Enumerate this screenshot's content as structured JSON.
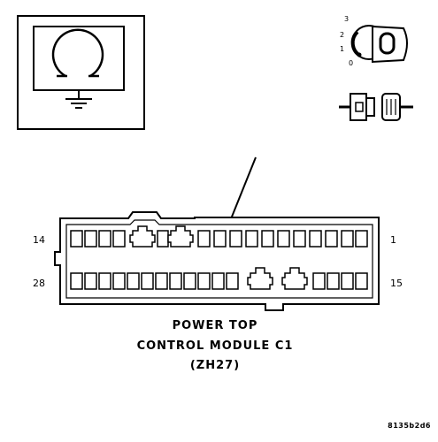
{
  "connector": {
    "title_line1": "POWER TOP",
    "title_line2": "CONTROL MODULE C1",
    "title_line3": "(ZH27)",
    "pin_top_left": "14",
    "pin_top_right": "1",
    "pin_bottom_left": "28",
    "pin_bottom_right": "15"
  },
  "ignition_switch": {
    "positions": [
      "3",
      "2",
      "1",
      "0"
    ]
  },
  "figure_ref": "8135b2d6"
}
